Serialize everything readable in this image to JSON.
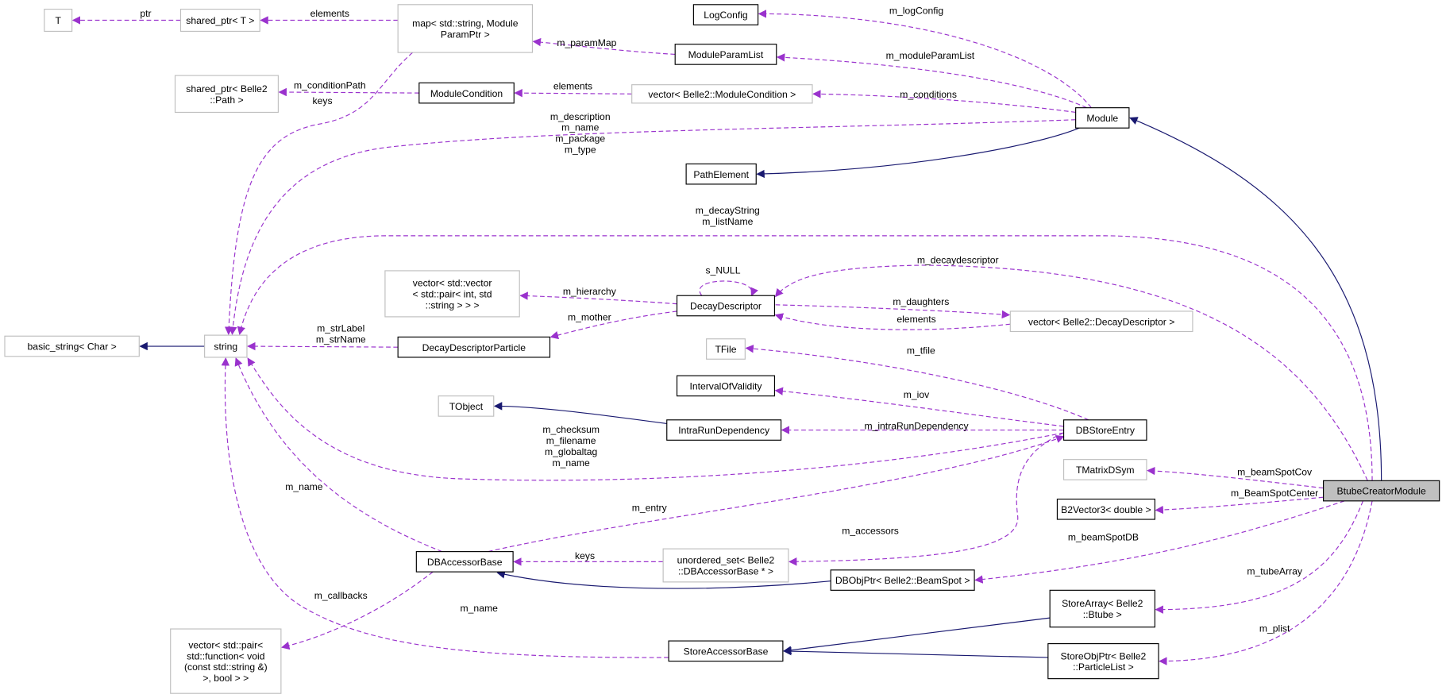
{
  "colors": {
    "usage": "#9a32cd",
    "inheritance": "#191970",
    "focus_fill": "#bfbfbf",
    "gray_border": "#bfbfbf"
  },
  "nodes": {
    "T": [
      "T"
    ],
    "shared_ptr_T": [
      "shared_ptr< T >"
    ],
    "map": [
      "map< std::string, Module",
      "ParamPtr >"
    ],
    "LogConfig": [
      "LogConfig"
    ],
    "ModuleParamList": [
      "ModuleParamList"
    ],
    "shared_ptr_path": [
      "shared_ptr< Belle2",
      "::Path >"
    ],
    "ModuleCondition": [
      "ModuleCondition"
    ],
    "vec_modcond": [
      "vector< Belle2::ModuleCondition >"
    ],
    "Module": [
      "Module"
    ],
    "PathElement": [
      "PathElement"
    ],
    "basic_string": [
      "basic_string< Char >"
    ],
    "string": [
      "string"
    ],
    "vec_hier": [
      "vector< std::vector",
      "< std::pair< int, std",
      "::string > > >"
    ],
    "DecayDescriptor": [
      "DecayDescriptor"
    ],
    "DecayDescriptorParticle": [
      "DecayDescriptorParticle"
    ],
    "vec_dd": [
      "vector< Belle2::DecayDescriptor >"
    ],
    "TFile": [
      "TFile"
    ],
    "IntervalOfValidity": [
      "IntervalOfValidity"
    ],
    "TObject": [
      "TObject"
    ],
    "IntraRunDependency": [
      "IntraRunDependency"
    ],
    "DBStoreEntry": [
      "DBStoreEntry"
    ],
    "TMatrixDSym": [
      "TMatrixDSym"
    ],
    "BtubeCreatorModule": [
      "BtubeCreatorModule"
    ],
    "B2Vector3": [
      "B2Vector3< double >"
    ],
    "DBAccessorBase": [
      "DBAccessorBase"
    ],
    "unordered_set": [
      "unordered_set< Belle2",
      "::DBAccessorBase * >"
    ],
    "DBObjPtr": [
      "DBObjPtr< Belle2::BeamSpot >"
    ],
    "StoreArray": [
      "StoreArray< Belle2",
      "::Btube >"
    ],
    "vec_callbacks": [
      "vector< std::pair<",
      "std::function< void",
      "(const std::string &)",
      ">, bool > >"
    ],
    "StoreAccessorBase": [
      "StoreAccessorBase"
    ],
    "StoreObjPtr": [
      "StoreObjPtr< Belle2",
      "::ParticleList >"
    ]
  },
  "edges": {
    "e1": [
      "ptr"
    ],
    "e2": [
      "elements"
    ],
    "e3": [
      "m_paramMap"
    ],
    "e4": [
      "m_logConfig"
    ],
    "e5": [
      "m_moduleParamList"
    ],
    "e6": [
      "m_conditions"
    ],
    "e7": [
      "elements"
    ],
    "e8": [
      "m_conditionPath"
    ],
    "e9": [
      "keys"
    ],
    "e10": [
      "m_description",
      "m_name",
      "m_package",
      "m_type"
    ],
    "e13": [
      "m_decayString",
      "m_listName"
    ],
    "e14": [
      "m_decaydescriptor"
    ],
    "e15": [
      "s_NULL"
    ],
    "e16": [
      "m_hierarchy"
    ],
    "e17": [
      "m_daughters"
    ],
    "e18": [
      "elements"
    ],
    "e19": [
      "m_mother"
    ],
    "e20": [
      "m_strLabel",
      "m_strName"
    ],
    "e22": [
      "m_tfile"
    ],
    "e23": [
      "m_iov"
    ],
    "e24": [
      "m_intraRunDependency"
    ],
    "e26": [
      "m_checksum",
      "m_filename",
      "m_globaltag",
      "m_name"
    ],
    "e27": [
      "m_beamSpotCov"
    ],
    "e28": [
      "m_BeamSpotCenter"
    ],
    "e29": [
      "m_beamSpotDB"
    ],
    "e30": [
      "m_tubeArray"
    ],
    "e31": [
      "m_plist"
    ],
    "e35": [
      "keys"
    ],
    "e36": [
      "m_accessors"
    ],
    "e36b": [
      "m_entry"
    ],
    "e37": [
      "m_name"
    ],
    "e38": [
      "m_callbacks"
    ],
    "e39": [
      "m_name"
    ]
  }
}
